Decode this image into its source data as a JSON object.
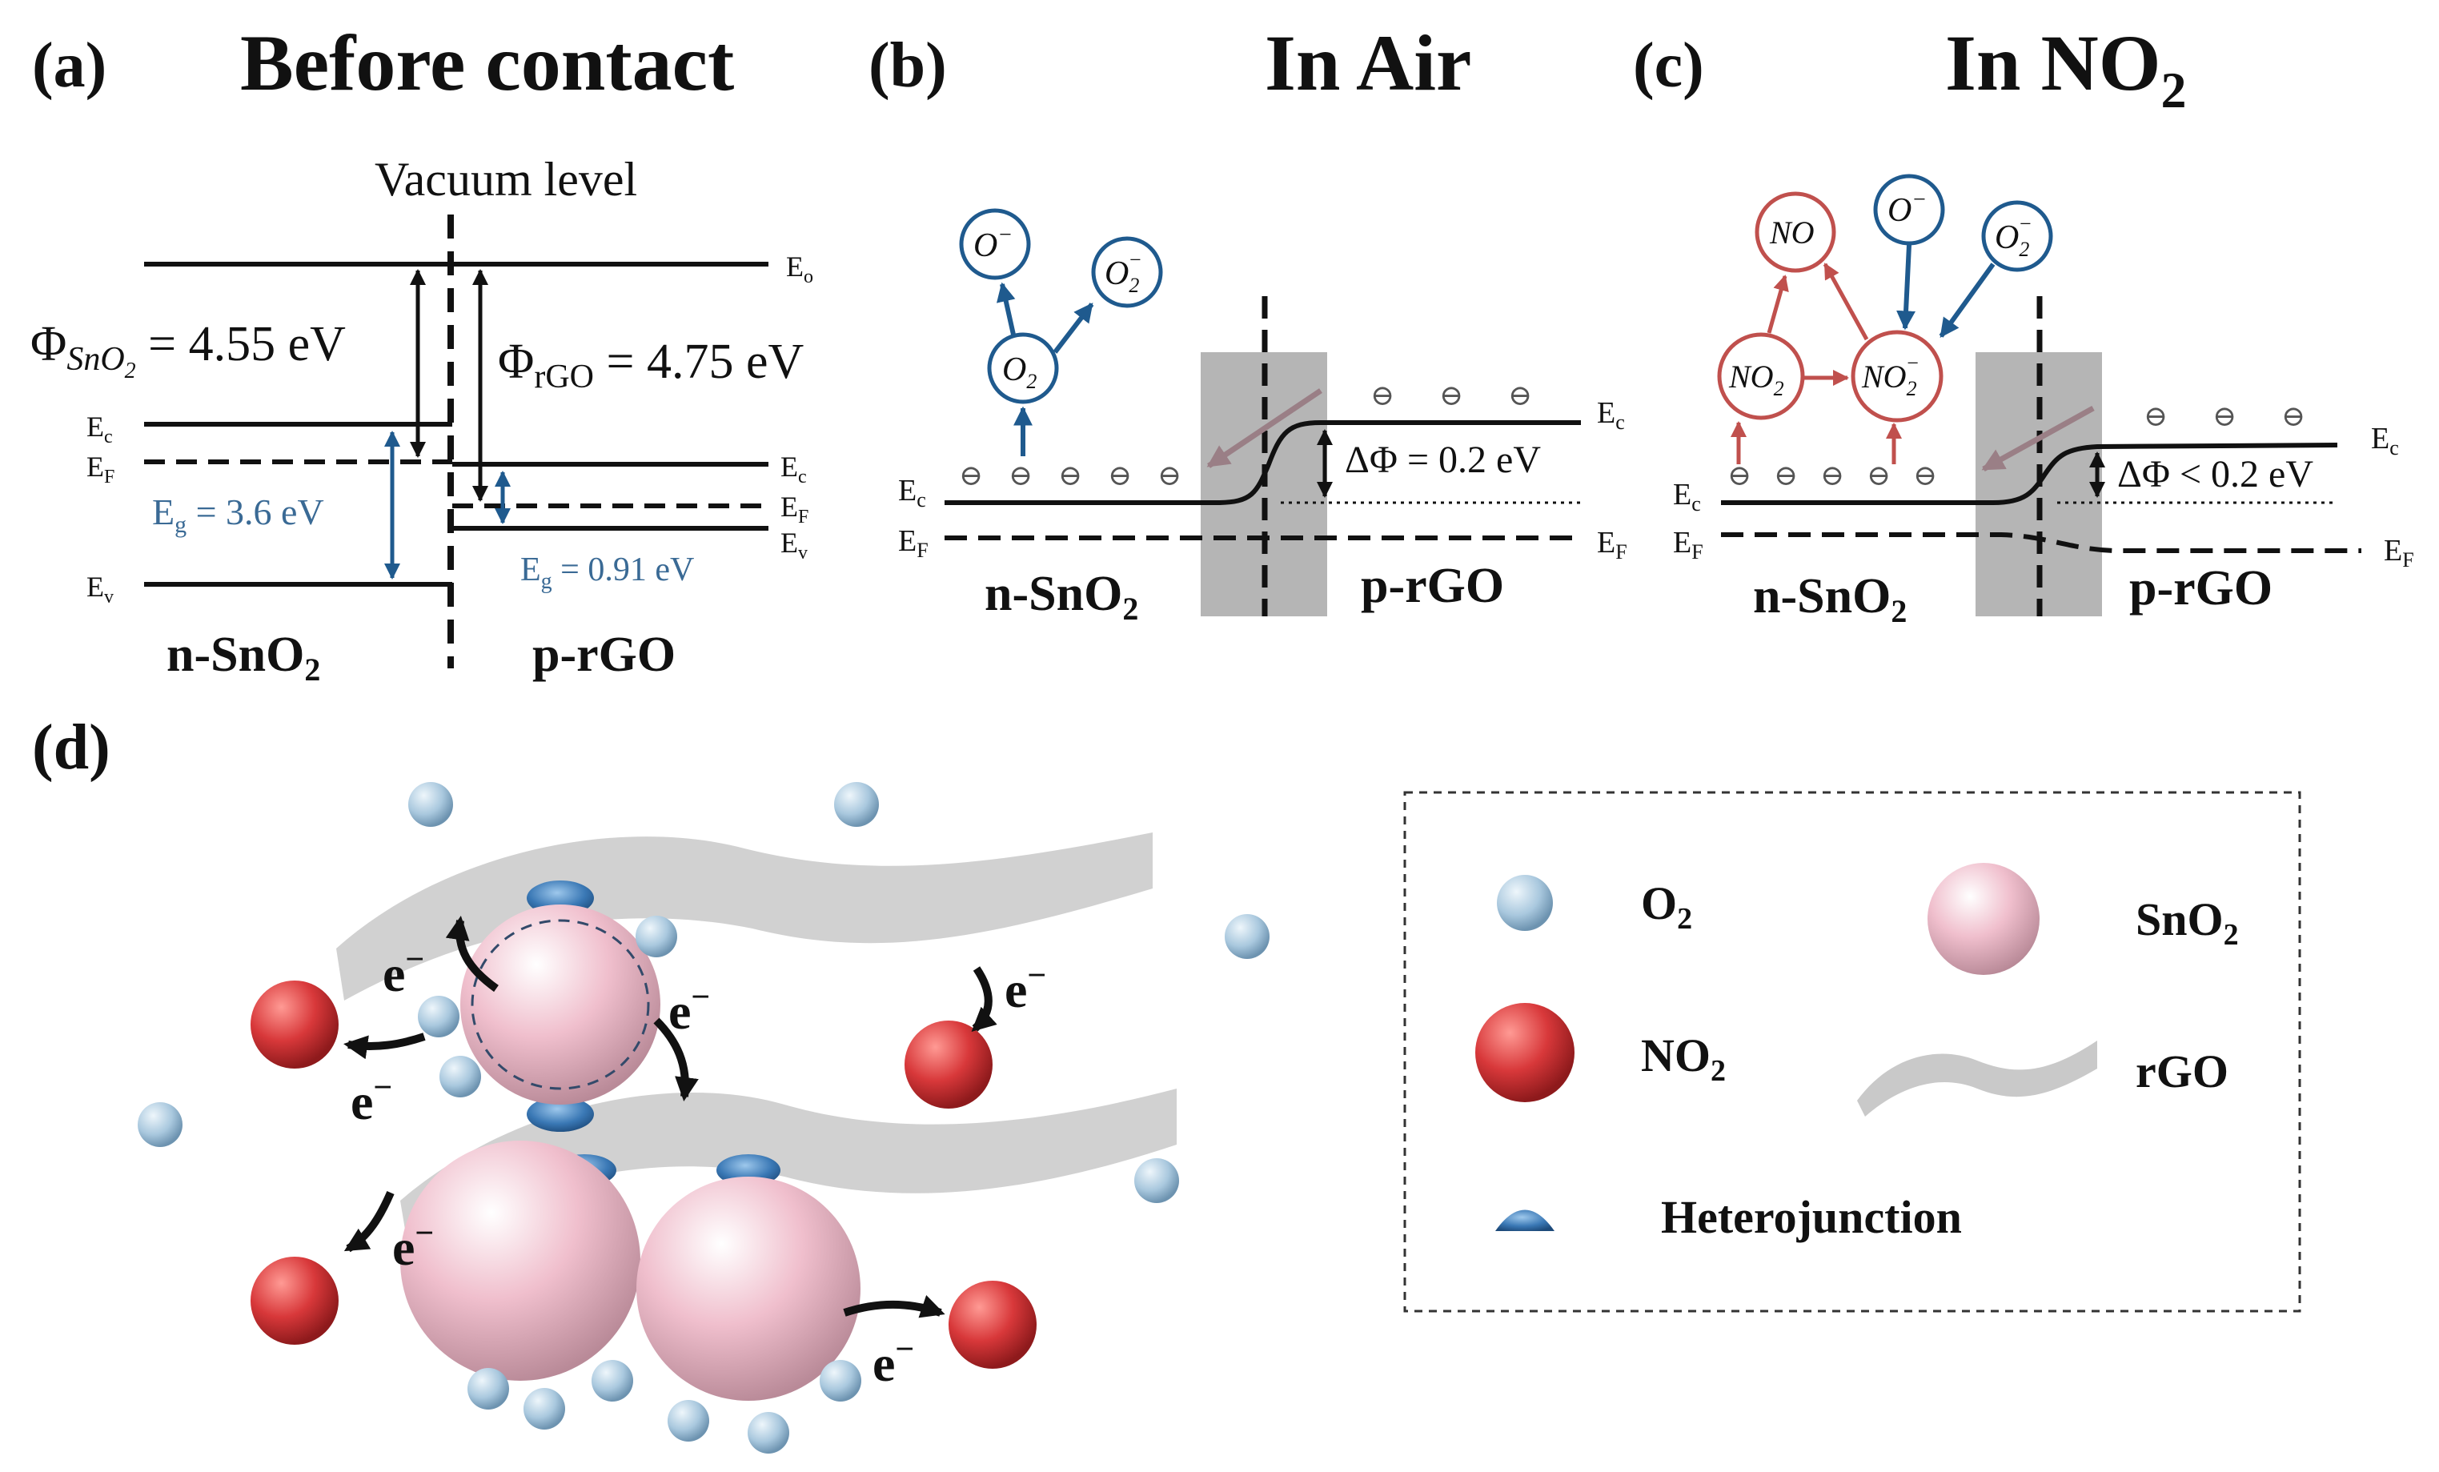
{
  "colors": {
    "line": "#111111",
    "blue": "#1f5a8e",
    "blue_text": "#3a6a95",
    "red": "#c0504d",
    "mauve_arrow": "#9a7f86",
    "junction_gray": "#b5b5b5",
    "sheet_gray": "#c9c9c9",
    "o2_ball": "#a9c8de",
    "no2_ball": "#d8383a",
    "sno2_ball": "#f0bfcd",
    "heterojunction": "#3a78b5"
  },
  "panel_a": {
    "label": "(a)",
    "title": "Before contact",
    "vacuum_label": "Vacuum level",
    "phi_sno2_sym": "Φ",
    "phi_sno2_sub": "SnO",
    "phi_sno2_sub2": "2",
    "phi_sno2_val": " = 4.55 eV",
    "phi_rgo_sym": "Φ",
    "phi_rgo_sub": "rGO",
    "phi_rgo_val": " = 4.75 eV",
    "eo": "E",
    "eo_sub": "o",
    "ec_left": "E",
    "ec_left_sub": "c",
    "ef_left": "E",
    "ef_left_sub": "F",
    "ev_left": "E",
    "ev_left_sub": "v",
    "ec_right": "E",
    "ec_right_sub": "c",
    "ef_right": "E",
    "ef_right_sub": "F",
    "ev_right": "E",
    "ev_right_sub": "v",
    "eg_left": "E",
    "eg_left_sub": "g",
    "eg_left_val": " = 3.6 eV",
    "eg_right": "E",
    "eg_right_sub": "g",
    "eg_right_val": " = 0.91 eV",
    "left_material": "n-SnO",
    "left_material_sub": "2",
    "right_material": "p-rGO"
  },
  "panel_b": {
    "label": "(b)",
    "title": "In Air",
    "o_minus": "O",
    "o_minus_sup": "−",
    "o2_minus": "O",
    "o2_minus_sub": "2",
    "o2_minus_sup": "−",
    "o2": "O",
    "o2_sub": "2",
    "electron": "⊖",
    "delta_phi": "ΔΦ = 0.2 eV",
    "ec_left": "E",
    "ec_left_sub": "c",
    "ef_left": "E",
    "ef_left_sub": "F",
    "ec_right": "E",
    "ec_right_sub": "c",
    "ef_right": "E",
    "ef_right_sub": "F",
    "left_material": "n-SnO",
    "left_material_sub": "2",
    "right_material": "p-rGO"
  },
  "panel_c": {
    "label": "(c)",
    "title": "In NO",
    "title_sub": "2",
    "no": "NO",
    "o_minus": "O",
    "o_minus_sup": "−",
    "o2_minus": "O",
    "o2_minus_sub": "2",
    "o2_minus_sup": "−",
    "no2": "NO",
    "no2_sub": "2",
    "no2_minus": "NO",
    "no2_minus_sub": "2",
    "no2_minus_sup": "−",
    "electron": "⊖",
    "delta_phi": "ΔΦ < 0.2 eV",
    "ec_left": "E",
    "ec_left_sub": "c",
    "ef_left": "E",
    "ef_left_sub": "F",
    "ec_right": "E",
    "ec_right_sub": "c",
    "ef_right": "E",
    "ef_right_sub": "F",
    "left_material": "n-SnO",
    "left_material_sub": "2",
    "right_material": "p-rGO"
  },
  "panel_d": {
    "label": "(d)",
    "electron": "e",
    "electron_sup": "−"
  },
  "legend": {
    "o2": "O",
    "o2_sub": "2",
    "sno2": "SnO",
    "sno2_sub": "2",
    "no2": "NO",
    "no2_sub": "2",
    "rgo": "rGO",
    "heterojunction": "Heterojunction"
  }
}
